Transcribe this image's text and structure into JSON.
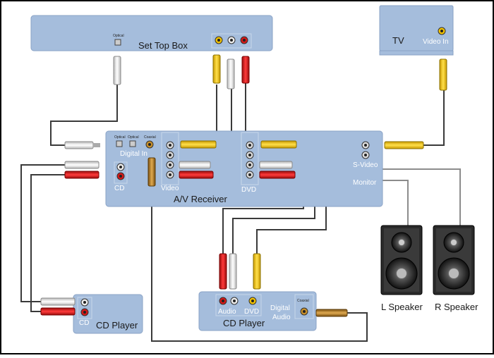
{
  "devices": {
    "set_top_box": {
      "title": "Set Top Box",
      "optical": "Optical"
    },
    "tv": {
      "title": "TV",
      "video_in": "Video In"
    },
    "receiver": {
      "title": "A/V Receiver",
      "optical_1": "Optical",
      "optical_2": "Optical",
      "coaxial": "Coaxial",
      "digital_in": "Digital In",
      "cd": "CD",
      "video": "Video",
      "dvd": "DVD",
      "s_video": "S-Video",
      "monitor": "Monitor"
    },
    "cd_player": {
      "title": "CD Player",
      "cd": "CD"
    },
    "dvd_player": {
      "title": "CD Player",
      "audio": "Audio",
      "dvd": "DVD",
      "digital_audio_1": "Digital",
      "digital_audio_2": "Audio",
      "coaxial": "Coaxial"
    },
    "left_speaker": {
      "title": "L Speaker"
    },
    "right_speaker": {
      "title": "R Speaker"
    }
  },
  "colors": {
    "device_fill": "#a5bddc",
    "plug_yellow": "#f2c200",
    "plug_white": "#f2f2f2",
    "plug_red": "#d81818",
    "plug_coax": "#c8902a",
    "cable": "#3a3a3a",
    "speaker_wire": "#8c8c8c"
  }
}
